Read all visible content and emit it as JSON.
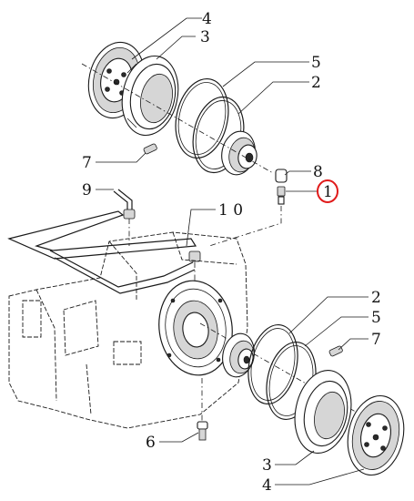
{
  "callouts": {
    "c4_top": "4",
    "c3_top": "3",
    "c5_top": "5",
    "c2_top": "2",
    "c7_top": "7",
    "c9": "9",
    "c8": "8",
    "c1_circled": "1",
    "c10": "1 0",
    "c2_bottom": "2",
    "c5_bottom": "5",
    "c7_bottom": "7",
    "c6": "6",
    "c3_bottom": "3",
    "c4_bottom": "4"
  },
  "colors": {
    "line": "#1a1a1a",
    "highlight_circle": "#e01a1a",
    "background": "#ffffff"
  }
}
